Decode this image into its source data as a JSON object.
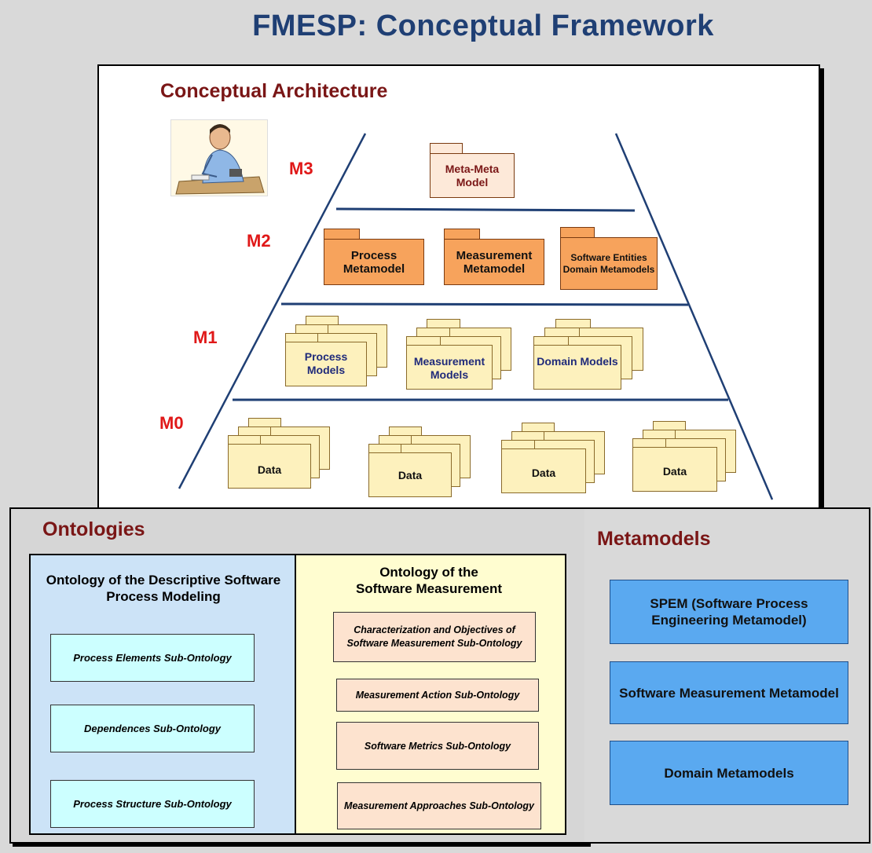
{
  "title": "FMESP: Conceptual Framework",
  "architecture": {
    "heading": "Conceptual Architecture",
    "levels": [
      "M3",
      "M2",
      "M1",
      "M0"
    ],
    "m3": {
      "label": "Meta-Meta Model"
    },
    "m2": [
      {
        "label": "Process Metamodel"
      },
      {
        "label": "Measurement Metamodel"
      },
      {
        "label": "Software Entities Domain Metamodels"
      }
    ],
    "m1": [
      {
        "label": "Process Models"
      },
      {
        "label": "Measurement Models"
      },
      {
        "label": "Domain Models"
      }
    ],
    "m0": [
      {
        "label": "Data"
      },
      {
        "label": "Data"
      },
      {
        "label": "Data"
      },
      {
        "label": "Data"
      }
    ]
  },
  "ontologies": {
    "heading": "Ontologies",
    "descriptive": {
      "title": "Ontology of the Descriptive Software Process Modeling",
      "subs": [
        "Process Elements Sub-Ontology",
        "Dependences Sub-Ontology",
        "Process Structure Sub-Ontology"
      ]
    },
    "measurement": {
      "title": "Ontology of the Software Measurement",
      "subs": [
        "Characterization and Objectives of Software Measurement Sub-Ontology",
        "Measurement Action Sub-Ontology",
        "Software Metrics Sub-Ontology",
        "Measurement Approaches Sub-Ontology"
      ]
    }
  },
  "metamodels": {
    "heading": "Metamodels",
    "items": [
      "SPEM (Software Process Engineering Metamodel)",
      "Software Measurement Metamodel",
      "Domain Metamodels"
    ]
  },
  "colors": {
    "title": "#1f3f74",
    "section_heading": "#7a1616",
    "level_label": "#e01818",
    "m3_package": "#fde9d9",
    "m2_package": "#f7a35c",
    "m1_m0_package": "#fdf1bd",
    "descriptive_bg": "#cce3f7",
    "descriptive_sub": "#ccffff",
    "measurement_bg": "#fffdd0",
    "measurement_sub": "#fde3cf",
    "metamodel_box": "#5aa9f0",
    "pyramid_line": "#1f3f74"
  },
  "icons": {
    "person": "person-at-desk-icon"
  }
}
